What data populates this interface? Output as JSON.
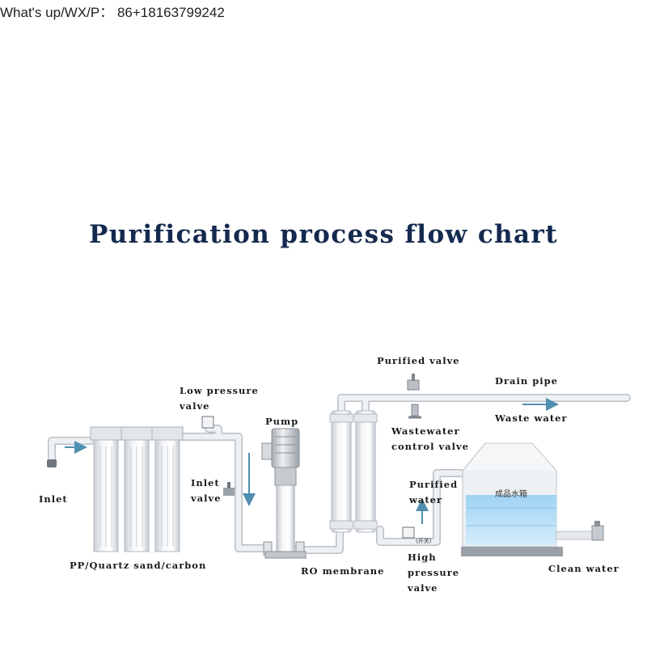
{
  "header": {
    "contact": "What's up/WX/P： 86+18163799242",
    "title": "Purification process flow chart"
  },
  "labels": {
    "inlet": "Inlet",
    "filters": "PP/Quartz sand/carbon",
    "low_pressure_valve": [
      "Low pressure",
      "valve"
    ],
    "inlet_valve": [
      "Inlet",
      "valve"
    ],
    "pump": "Pump",
    "ro_membrane": "RO membrane",
    "purified_valve": "Purified valve",
    "wastewater_control_valve": [
      "Wastewater",
      "control valve"
    ],
    "drain_pipe": "Drain pipe",
    "waste_water": "Waste water",
    "purified_water": [
      "Purified",
      "water"
    ],
    "high_pressure_valve": [
      "High",
      "pressure",
      "valve"
    ],
    "clean_water": "Clean water",
    "tank_label": "成品水箱",
    "switch_label": "(开关)"
  },
  "colors": {
    "pipe": "#e4e8ec",
    "pipe_edge": "#b9c0c7",
    "arrow": "#4f8fb0",
    "tank_water": "#bfe3f7",
    "title": "#142a4f"
  }
}
